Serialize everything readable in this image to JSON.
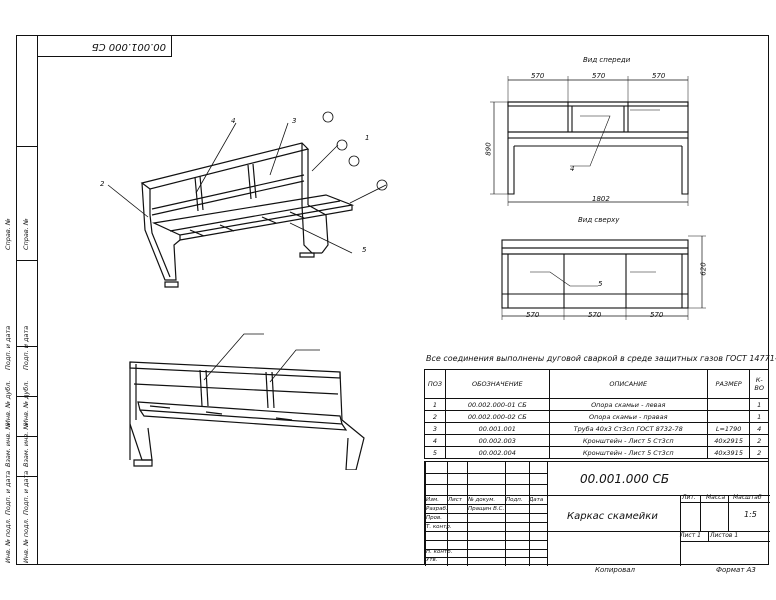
{
  "doc_code_rotated": "00.001.000 СБ",
  "views": {
    "front_title": "Вид спереди",
    "top_title": "Вид сверху",
    "front_dims": [
      "570",
      "570",
      "570"
    ],
    "front_total": "1802",
    "front_height": "890",
    "front_callout": "4",
    "top_dims": [
      "570",
      "570",
      "570"
    ],
    "top_height": "620",
    "top_callout": "5"
  },
  "iso_callouts": [
    "4",
    "3",
    "1",
    "2",
    "5"
  ],
  "note": "Все соединения выполнены дуговой сваркой в среде защитных газов ГОСТ 14771-76",
  "spec": {
    "headers": [
      "ПОЗ",
      "ОБОЗНАЧЕНИЕ",
      "ОПИСАНИЕ",
      "РАЗМЕР",
      "К-ВО"
    ],
    "rows": [
      {
        "pos": "1",
        "code": "00.002.000-01 СБ",
        "desc": "Опора скамьи - левая",
        "size": "",
        "qty": "1"
      },
      {
        "pos": "2",
        "code": "00.002.000-02 СБ",
        "desc": "Опора скамьи - правая",
        "size": "",
        "qty": "1"
      },
      {
        "pos": "3",
        "code": "00.001.001",
        "desc": "Труба 40х3 Ст3сп ГОСТ 8732-78",
        "size": "L=1790",
        "qty": "4"
      },
      {
        "pos": "4",
        "code": "00.002.003",
        "desc": "Кронштейн - Лист 5 Ст3сп",
        "size": "40х2915",
        "qty": "2"
      },
      {
        "pos": "5",
        "code": "00.002.004",
        "desc": "Кронштейн - Лист 5 Ст3сп",
        "size": "40х3915",
        "qty": "2"
      }
    ]
  },
  "title_block": {
    "code": "00.001.000 СБ",
    "name": "Каркас скамейки",
    "lit_label": "Лит.",
    "mass_label": "Масса",
    "scale_label": "Масштаб",
    "scale": "1:5",
    "sheet": "Лист 1",
    "sheets": "Листов 1",
    "col_izm": "Изм.",
    "col_list": "Лист",
    "col_doc": "№ докум.",
    "col_sign": "Подп.",
    "col_date": "Дата",
    "row_razrab": "Разраб.",
    "razrab_name": "Пращин В.С.",
    "row_prov": "Пров.",
    "row_tkontr": "Т. контр.",
    "row_nkontr": "Н. контр.",
    "row_utv": "Утв."
  },
  "footer": {
    "copied": "Копировал",
    "format": "Формат А3"
  },
  "left_strip": [
    "Справ. №",
    "Подп. и дата",
    "Инв. № дубл.",
    "Взам. инв. №",
    "Подп. и дата",
    "Инв. № подл."
  ]
}
